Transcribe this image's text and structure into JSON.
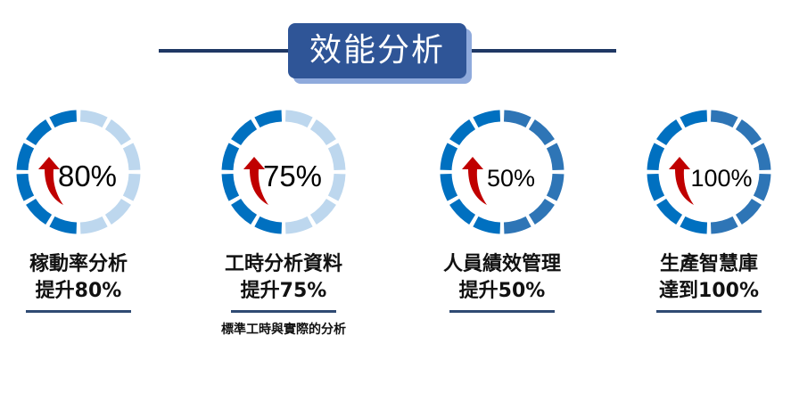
{
  "header": {
    "title": "效能分析"
  },
  "colors": {
    "filled": "#0070c0",
    "arrow": "#c00000",
    "line": "#1f3864"
  },
  "cards": [
    {
      "percent_label": "80%",
      "percent": 80,
      "rest_color": "#bdd7ee",
      "line1": "稼動率分析",
      "line2": "提升80%",
      "note": ""
    },
    {
      "percent_label": "75%",
      "percent": 75,
      "rest_color": "#bdd7ee",
      "line1": "工時分析資料",
      "line2": "提升75%",
      "note": "標準工時與實際的分析"
    },
    {
      "percent_label": "50%",
      "percent": 50,
      "rest_color": "#2e75b6",
      "line1": "人員績效管理",
      "line2": "提升50%",
      "note": ""
    },
    {
      "percent_label": "100%",
      "percent": 100,
      "rest_color": "#2e75b6",
      "line1": "生產智慧庫",
      "line2": "達到100%",
      "note": ""
    }
  ]
}
